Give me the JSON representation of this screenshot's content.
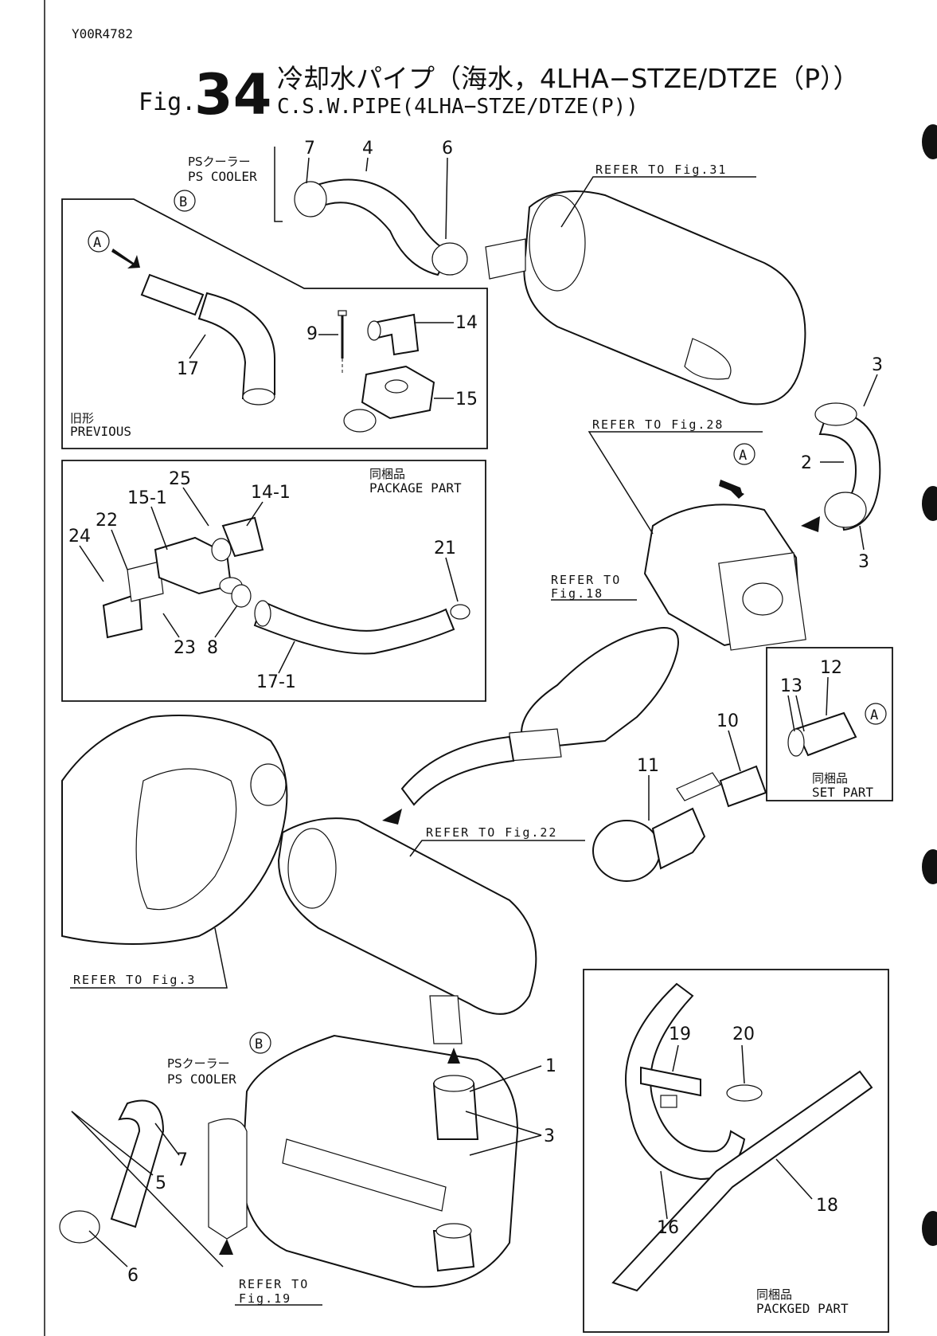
{
  "doc_code": "Y00R4782",
  "fig_prefix": "Fig.",
  "fig_number": "34",
  "title_jp": "冷却水パイプ（海水，4LHA−STZE/DTZE（P））",
  "title_en": "C.S.W.PIPE(4LHA−STZE/DTZE(P))",
  "refs": {
    "fig31": "REFER TO Fig.31",
    "fig28": "REFER TO Fig.28",
    "fig18_line1": "REFER TO",
    "fig18_line2": "Fig.18",
    "fig22": "REFER TO Fig.22",
    "fig3": "REFER TO Fig.3",
    "fig19_line1": "REFER TO",
    "fig19_line2": "Fig.19"
  },
  "notes": {
    "ps_cooler_jp": "PSクーラー",
    "ps_cooler_en": "PS COOLER",
    "previous_jp": "旧形",
    "previous_en": "PREVIOUS",
    "package_jp": "同梱品",
    "package_en": "PACKAGE PART",
    "set_jp": "同梱品",
    "set_en": "SET PART",
    "packged_jp": "同梱品",
    "packged_en": "PACKGED PART"
  },
  "markers": {
    "a": "A",
    "b": "B"
  },
  "parts": [
    "1",
    "2",
    "3",
    "4",
    "5",
    "6",
    "7",
    "8",
    "9",
    "10",
    "11",
    "12",
    "13",
    "14",
    "15",
    "16",
    "17",
    "18",
    "19",
    "20",
    "21",
    "22",
    "23",
    "24",
    "25",
    "14-1",
    "15-1",
    "17-1"
  ]
}
